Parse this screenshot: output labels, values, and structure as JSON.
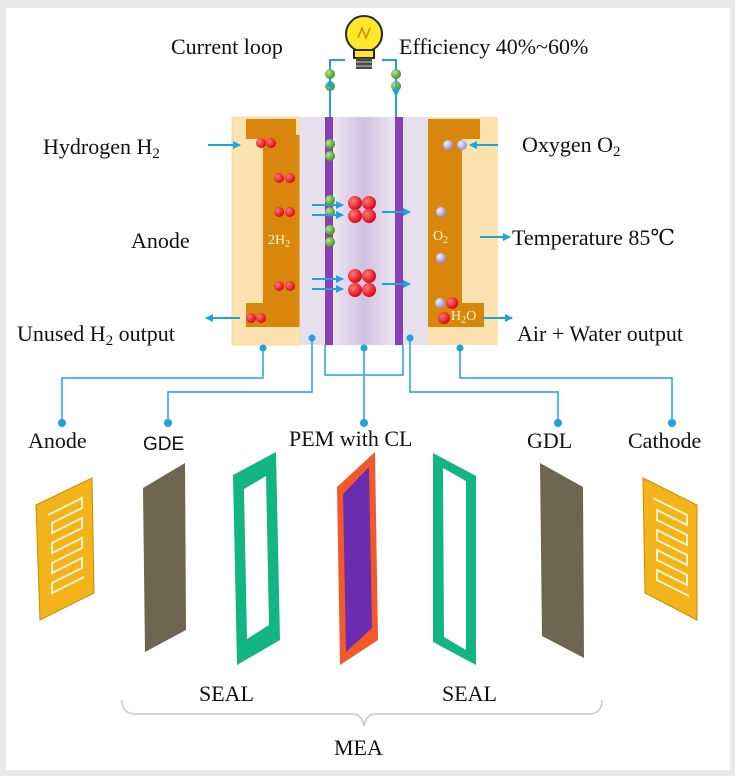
{
  "cell_labels": {
    "current_loop": "Current loop",
    "efficiency": "Efficiency 40%~60%",
    "hydrogen_prefix": "Hydrogen H",
    "hydrogen_sub": "2",
    "oxygen_prefix": "Oxygen O",
    "oxygen_sub": "2",
    "anode": "Anode",
    "temperature": "Temperature 85℃",
    "unused_prefix": "Unused H",
    "unused_sub": "2",
    "unused_suffix": " output",
    "air_water": "Air + Water output",
    "inner_2h2_prefix": "2H",
    "inner_2h2_sub": "2",
    "inner_o2_prefix": "O",
    "inner_o2_sub": "2",
    "inner_h2o_prefix": "H",
    "inner_h2o_sub": "2",
    "inner_h2o_suffix": "O"
  },
  "components": {
    "anode": "Anode",
    "gde": "GDE",
    "pem": "PEM with CL",
    "gdl": "GDL",
    "cathode": "Cathode",
    "seal_left": "SEAL",
    "seal_right": "SEAL",
    "mea": "MEA"
  },
  "colors": {
    "background": "#e9e9e9",
    "orange_plate": "#d9870c",
    "cream_frame": "#fbe2ae",
    "membrane": "#d9cfe8",
    "purple_layer": "#8a3fb8",
    "blue_arrow": "#1fa3dc",
    "green_electron": "#6cb33e",
    "red_molecule": "#e8141c",
    "lavender_molecule": "#b9b5e8",
    "gdl_brown": "#6f6650",
    "seal_green": "#13b583",
    "plate_yellow": "#f2b31b"
  },
  "icons": [
    "light-bulb-icon"
  ]
}
